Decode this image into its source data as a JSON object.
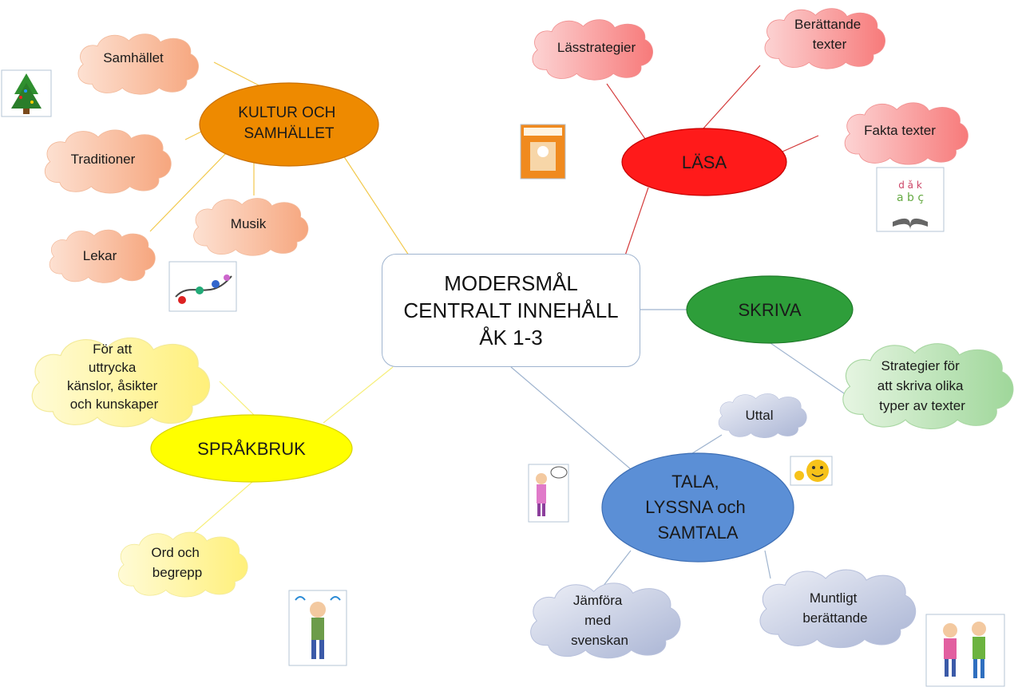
{
  "center": {
    "lines": [
      "MODERSMÅL",
      "CENTRALT INNEHÅLL",
      "ÅK 1-3"
    ]
  },
  "topics": {
    "kultur": {
      "lines": [
        "KULTUR OCH",
        "SAMHÄLLET"
      ],
      "color": "#ee8a00"
    },
    "lasa": {
      "lines": [
        "LÄSA"
      ],
      "color": "#ff1a1a"
    },
    "skriva": {
      "lines": [
        "SKRIVA"
      ],
      "color": "#2e9e3a"
    },
    "sprakbruk": {
      "lines": [
        "SPRÅKBRUK"
      ],
      "color": "#ffff00"
    },
    "tala": {
      "lines": [
        "TALA,",
        "LYSSNA och",
        "SAMTALA"
      ],
      "color": "#5b8fd6"
    }
  },
  "subtopics": {
    "samhallet": [
      "Samhället"
    ],
    "traditioner": [
      "Traditioner"
    ],
    "lekar": [
      "Lekar"
    ],
    "musik": [
      "Musik"
    ],
    "lasstrategier": [
      "Lässtrategier"
    ],
    "berattande_texter": [
      "Berättande",
      "texter"
    ],
    "fakta_texter": [
      "Fakta texter"
    ],
    "strategier_skriva": [
      "Strategier för",
      "att skriva olika",
      "typer av texter"
    ],
    "uttrycka": [
      "För att",
      "uttrycka",
      "känslor, åsikter",
      "och kunskaper"
    ],
    "ord_begrepp": [
      "Ord och",
      "begrepp"
    ],
    "uttal": [
      "Uttal"
    ],
    "jamfora": [
      "Jämföra",
      "med",
      "svenskan"
    ],
    "muntligt": [
      "Muntligt",
      "berättande"
    ]
  },
  "images": [
    "christmas-tree-icon",
    "book-cover-icon",
    "music-notes-icon",
    "letters-book-icon",
    "girl-speech-icon",
    "waving-smiley-icon",
    "singing-boy-icon",
    "children-walking-icon"
  ]
}
